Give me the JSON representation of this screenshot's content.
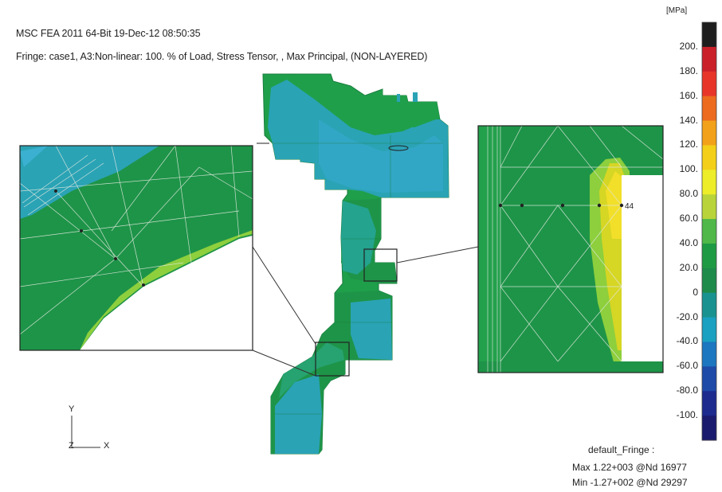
{
  "header": {
    "title": "MSC FEA 2011 64-Bit 19-Dec-12 08:50:35",
    "fringe": "Fringe: case1, A3:Non-linear: 100. % of Load, Stress Tensor, , Max Principal, (NON-LAYERED)"
  },
  "legend": {
    "units": "[MPa]",
    "labels": [
      "200.",
      "180.",
      "160.",
      "140.",
      "120.",
      "100.",
      "80.0",
      "60.0",
      "40.0",
      "20.0",
      "0",
      "-20.0",
      "-40.0",
      "-60.0",
      "-80.0",
      "-100."
    ],
    "colors": [
      "#1e1e1e",
      "#c9202a",
      "#e8352a",
      "#ec6b1f",
      "#f2a21a",
      "#f3cf1a",
      "#eded2a",
      "#b8d43a",
      "#4fb848",
      "#1f9a44",
      "#1f8b4a",
      "#1a9390",
      "#1aa0c0",
      "#1d76c0",
      "#1e4aa8",
      "#1d2a8e",
      "#1a1a6e"
    ]
  },
  "footer": {
    "title": "default_Fringe :",
    "max": "Max 1.22+003 @Nd 16977",
    "min": "Min -1.27+002 @Nd 29297"
  },
  "axes": {
    "y": "Y",
    "z": "Z",
    "x": "X"
  },
  "detail_right": {
    "node_label": "44"
  }
}
